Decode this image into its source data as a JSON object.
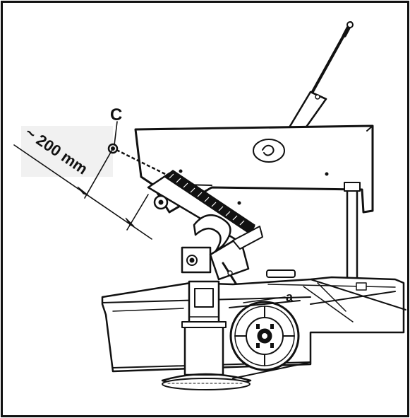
{
  "figure": {
    "labels": {
      "point_c": "C",
      "distance": "~ 200 mm",
      "part_a": "a"
    }
  }
}
